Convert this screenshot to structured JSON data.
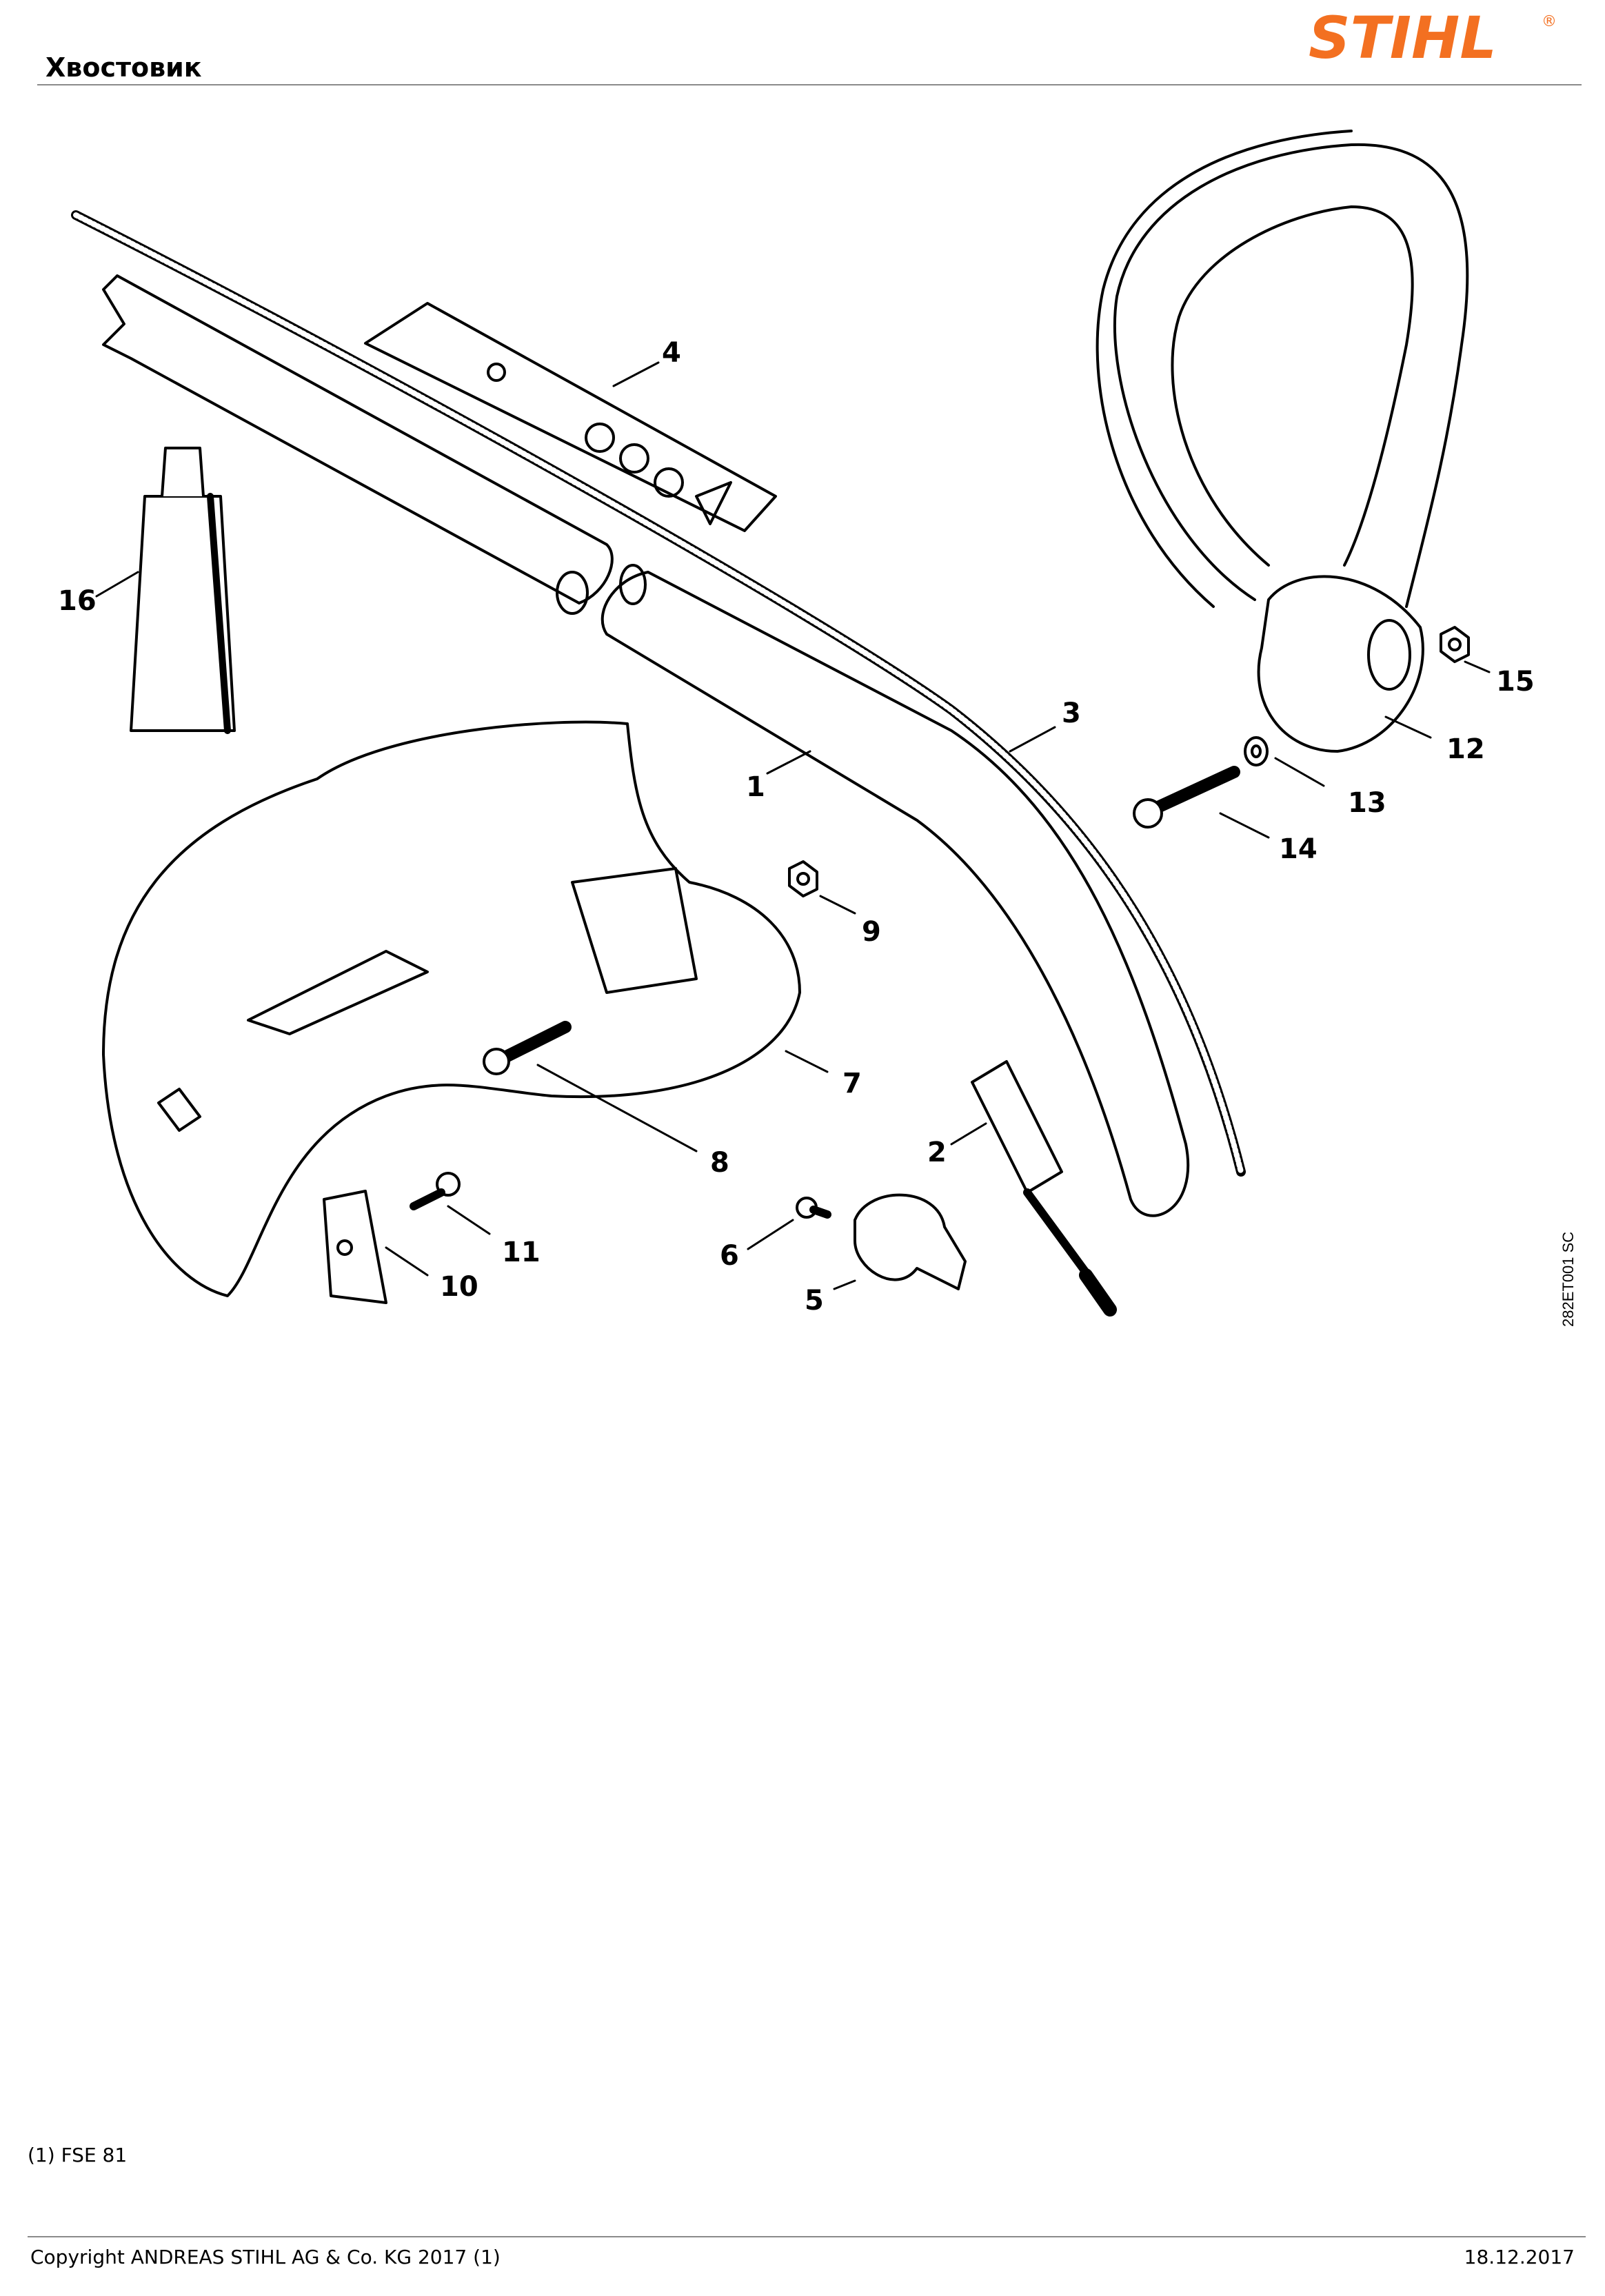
{
  "header": {
    "title": "Хвостовик"
  },
  "brand": {
    "logo_text": "STIHL",
    "registered_mark": "®",
    "color": "#f37021"
  },
  "diagram": {
    "code": "282ET001 SC",
    "callouts": [
      "1",
      "2",
      "3",
      "4",
      "5",
      "6",
      "7",
      "8",
      "9",
      "10",
      "11",
      "12",
      "13",
      "14",
      "15",
      "16"
    ]
  },
  "footnote": "(1) FSE 81",
  "footer": {
    "copyright": "Copyright ANDREAS STIHL AG & Co. KG 2017 (1)",
    "date": "18.12.2017"
  }
}
